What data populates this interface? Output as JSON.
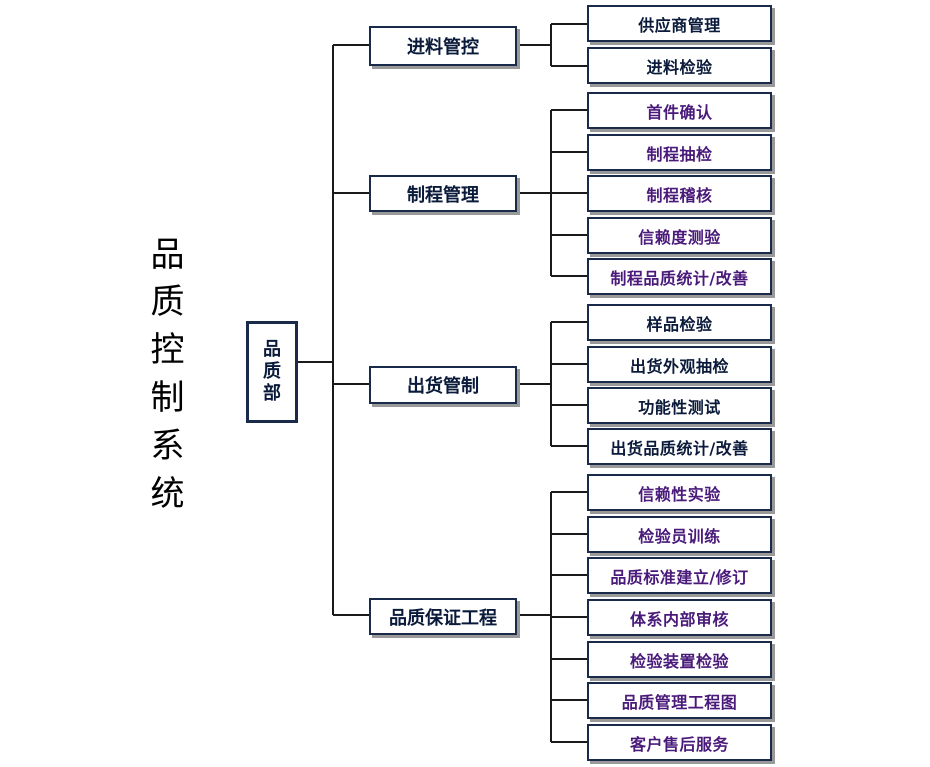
{
  "title": [
    "品",
    "质",
    "控",
    "制",
    "系",
    "统"
  ],
  "root": {
    "chars": [
      "品",
      "质",
      "部"
    ]
  },
  "groups": [
    {
      "label": "进料管控",
      "items": [
        {
          "label": "供应商管理",
          "color": "#0a1a3a"
        },
        {
          "label": "进料检验",
          "color": "#0a1a3a"
        }
      ]
    },
    {
      "label": "制程管理",
      "items": [
        {
          "label": "首件确认",
          "color": "#4a1a7a"
        },
        {
          "label": "制程抽检",
          "color": "#4a1a7a"
        },
        {
          "label": "制程稽核",
          "color": "#4a1a7a"
        },
        {
          "label": "信赖度测验",
          "color": "#4a1a7a"
        },
        {
          "label": "制程品质统计/改善",
          "color": "#4a1a7a"
        }
      ]
    },
    {
      "label": "出货管制",
      "items": [
        {
          "label": "样品检验",
          "color": "#0a1a3a"
        },
        {
          "label": "出货外观抽检",
          "color": "#0a1a3a"
        },
        {
          "label": "功能性测试",
          "color": "#0a1a3a"
        },
        {
          "label": "出货品质统计/改善",
          "color": "#0a1a3a"
        }
      ]
    },
    {
      "label": "品质保证工程",
      "items": [
        {
          "label": "信赖性实验",
          "color": "#4a1a7a"
        },
        {
          "label": "检验员训练",
          "color": "#4a1a7a"
        },
        {
          "label": "品质标准建立/修订",
          "color": "#4a1a7a"
        },
        {
          "label": "体系内部审核",
          "color": "#4a1a7a"
        },
        {
          "label": "检验装置检验",
          "color": "#4a1a7a"
        },
        {
          "label": "品质管理工程图",
          "color": "#4a1a7a"
        },
        {
          "label": "客户售后服务",
          "color": "#4a1a7a"
        }
      ]
    }
  ]
}
